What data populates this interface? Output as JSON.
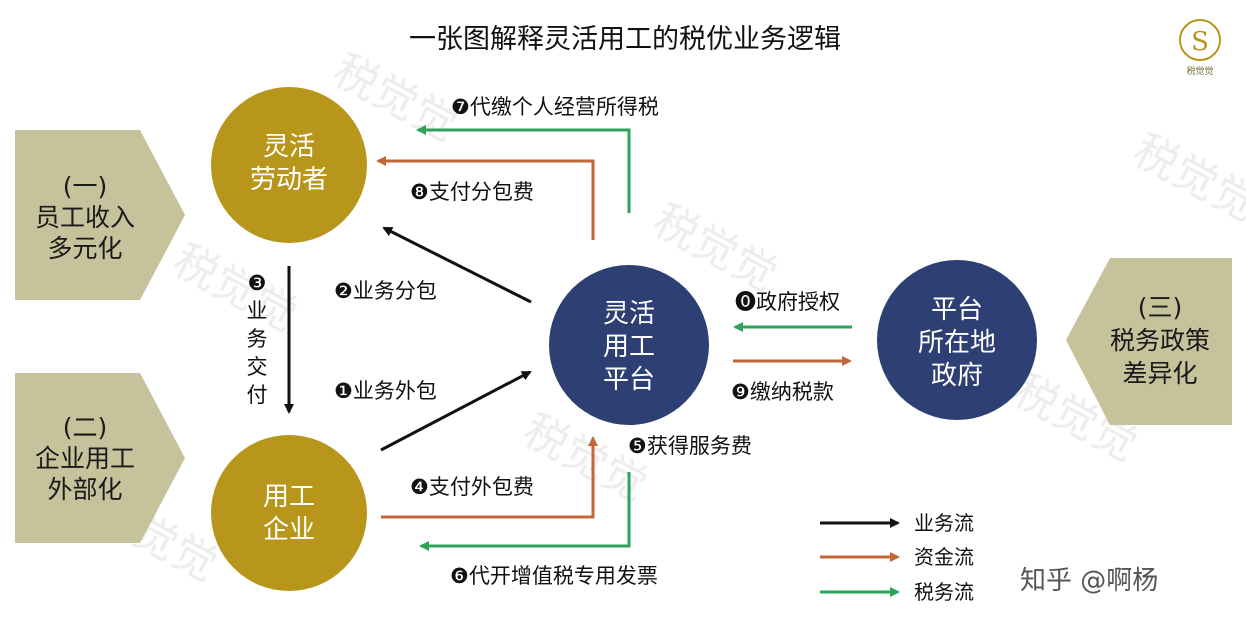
{
  "title": "一张图解释灵活用工的税优业务逻辑",
  "logo": {
    "caption": "税觉觉"
  },
  "side_panels": [
    {
      "lines": [
        "(一)",
        "员工收入",
        "多元化"
      ]
    },
    {
      "lines": [
        "(二)",
        "企业用工",
        "外部化"
      ]
    },
    {
      "lines": [
        "(三)",
        "税务政策",
        "差异化"
      ]
    }
  ],
  "nodes": {
    "worker": {
      "lines": [
        "灵活",
        "劳动者"
      ]
    },
    "enterprise": {
      "lines": [
        "用工",
        "企业"
      ]
    },
    "platform": {
      "lines": [
        "灵活",
        "用工",
        "平台"
      ]
    },
    "government": {
      "lines": [
        "平台",
        "所在地",
        "政府"
      ]
    }
  },
  "steps": {
    "s0": "⓿政府授权",
    "s1": "❶业务外包",
    "s2": "❷业务分包",
    "s3": "❸业务交付",
    "s4": "❹支付外包费",
    "s5": "❺获得服务费",
    "s6": "❻代开增值税专用发票",
    "s7": "❼代缴个人经营所得税",
    "s8": "❽支付分包费",
    "s9": "❾缴纳税款"
  },
  "legend": [
    {
      "label": "业务流",
      "color": "#111111"
    },
    {
      "label": "资金流",
      "color": "#c0683a"
    },
    {
      "label": "税务流",
      "color": "#2fa35a"
    }
  ],
  "watermark": "税觉觉",
  "attribution": "知乎 @啊杨",
  "colors": {
    "gold": "#b8961c",
    "navy": "#2e3f73",
    "panel": "#c6c29c",
    "money": "#c0683a",
    "tax": "#2fa35a",
    "business": "#111111"
  }
}
